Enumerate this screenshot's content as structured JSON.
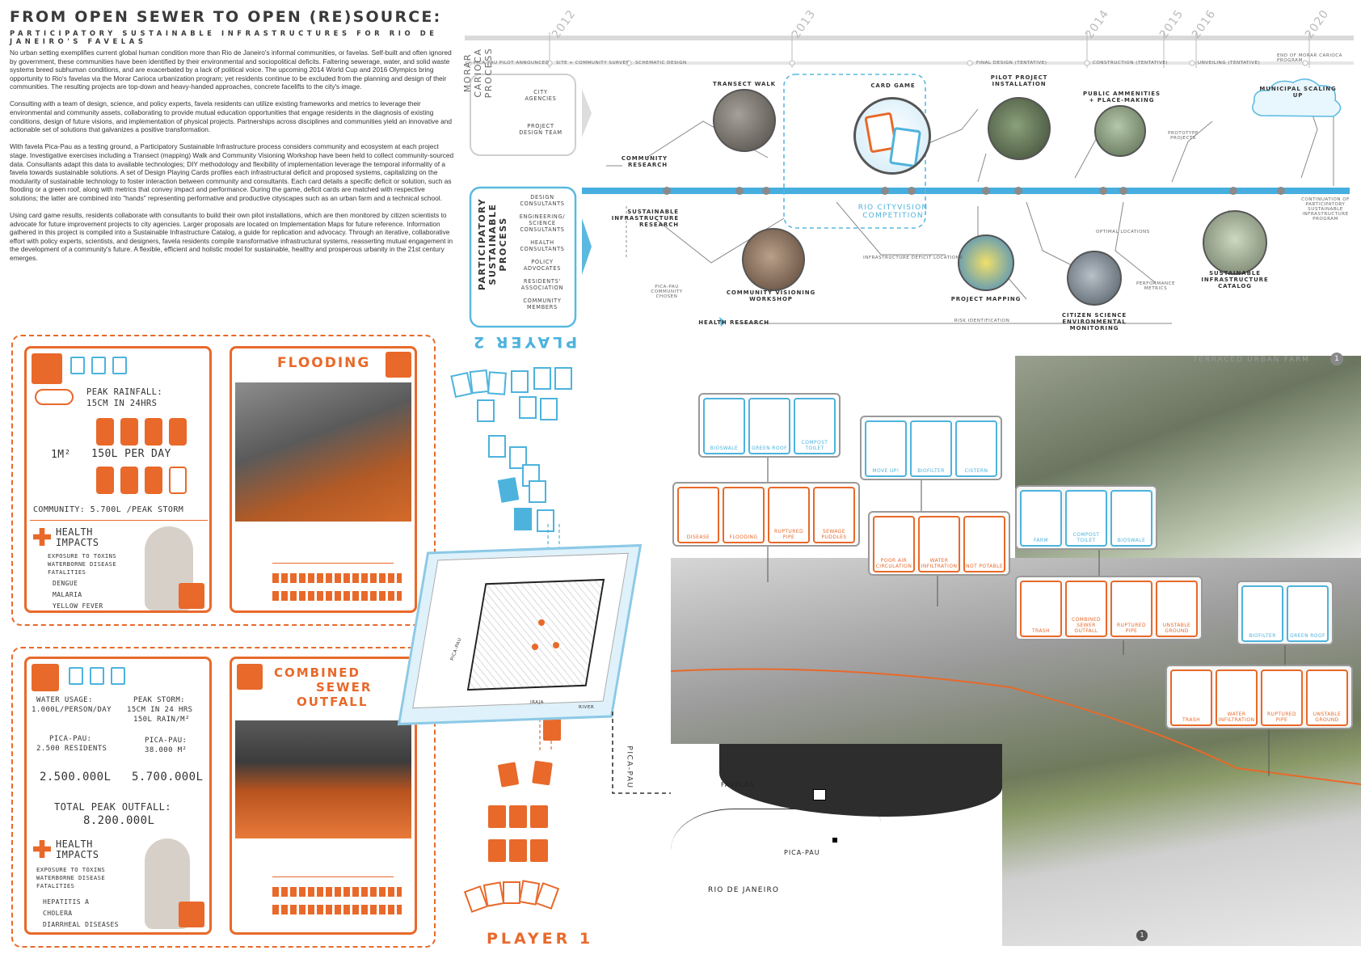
{
  "header": {
    "title": "FROM OPEN SEWER TO OPEN (RE)SOURCE:",
    "subtitle": "PARTICIPATORY SUSTAINABLE INFRASTRUCTURES FOR RIO DE JANEIRO'S FAVELAS"
  },
  "body": {
    "p1": "No urban setting exemplifies current global human condition more than Rio de Janeiro's informal communities, or favelas. Self-built and often ignored by government, these communities have been identified by their environmental and sociopolitical deficits. Faltering sewerage, water, and solid waste systems breed subhuman conditions, and are exacerbated by a lack of political voice. The upcoming 2014 World Cup and 2016 Olympics bring opportunity to Rio's favelas via the Morar Carioca urbanization program; yet residents continue to be excluded from the planning and design of their communities. The resulting projects are top-down and heavy-handed approaches, concrete facelifts to the city's image.",
    "p2": "Consulting with a team of design, science, and policy experts, favela residents can utilize existing frameworks and metrics to leverage their environmental and community assets, collaborating to provide mutual education opportunities that engage residents in the diagnosis of existing conditions, design of future visions, and implementation of physical projects. Partnerships across disciplines and communities yield an innovative and actionable set of solutions that galvanizes a positive transformation.",
    "p3": "With favela Pica-Pau as a testing ground, a Participatory Sustainable Infrastructure process considers community and ecosystem at each project stage. Investigative exercises including a Transect (mapping) Walk and Community Visioning Workshop have been held to collect community-sourced data. Consultants adapt this data to available technologies; DIY methodology and flexibility of implementation leverage the temporal informality of a favela towards sustainable solutions. A set of Design Playing Cards profiles each infrastructural deficit and proposed systems, capitalizing on the modularity of sustainable technology to foster interaction between community and consultants. Each card details a specific deficit or solution, such as flooding or a green roof, along with metrics that convey impact and performance. During the game, deficit cards are matched with respective solutions; the latter are combined into \"hands\" representing performative and productive cityscapes such as an urban farm and a technical school.",
    "p4": "Using card game results, residents collaborate with consultants to build their own pilot installations, which are then monitored by citizen scientists to advocate for future improvement projects to city agencies. Larger proposals are located on Implementation Maps for future reference. Information gathered in this project is compiled into a Sustainable Infrastructure Catalog, a guide for replication and advocacy. Through an iterative, collaborative effort with policy experts, scientists, and designers, favela residents compile transformative infrastructural systems, reasserting mutual engagement in the development of a community's future. A flexible, efficient and holistic model for sustainable, healthy and prosperous urbanity in the 21st century emerges."
  },
  "timeline": {
    "years": [
      "2012",
      "2013",
      "2014",
      "2015",
      "2016",
      "2020"
    ],
    "phases": [
      "PICA-PAU PILOT ANNOUNCED",
      "SITE + COMMUNITY SURVEY",
      "SCHEMATIC DESIGN",
      "FINAL DESIGN (TENTATIVE)",
      "CONSTRUCTION (TENTATIVE)",
      "UNVEILING (TENTATIVE)",
      "END OF MORAR CARIOCA PROGRAM"
    ]
  },
  "process": {
    "morar": {
      "title": "MORAR CARIOCA PROCESS",
      "items": [
        "CITY AGENCIES",
        "PROJECT DESIGN TEAM"
      ]
    },
    "participatory": {
      "title": "PARTICIPATORY SUSTAINABLE PROCESS",
      "items": [
        "DESIGN CONSULTANTS",
        "ENGINEERING/ SCIENCE CONSULTANTS",
        "HEALTH CONSULTANTS",
        "POLICY ADVOCATES",
        "RESIDENTS' ASSOCIATION",
        "COMMUNITY MEMBERS"
      ]
    },
    "tracks": {
      "community": "COMMUNITY RESEARCH",
      "sustainable": "SUSTAINABLE INFRASTRUCTURE RESEARCH",
      "health": "HEALTH RESEARCH"
    },
    "nodes": {
      "transect": "TRANSECT WALK",
      "cardgame": "CARD GAME",
      "competition": "RIO CITYVISION COMPETITION",
      "pilot": "PILOT PROJECT INSTALLATION",
      "amenities": "PUBLIC AMMENITIES + PLACE-MAKING",
      "municipal": "MUNICIPAL SCALING UP",
      "workshop": "COMMUNITY VISIONING WORKSHOP",
      "mapping": "PROJECT MAPPING",
      "monitoring": "CITIZEN SCIENCE ENVIRONMENTAL MONITORING",
      "catalog": "SUSTAINABLE INFRASTRUCTURE CATALOG"
    },
    "notes": {
      "chosen": "PICA-PAU COMMUNITY CHOSEN",
      "deficit": "INFRASTRUCTURE DEFICIT LOCATIONS",
      "optimal": "OPTIMAL LOCATIONS",
      "performance": "PERFORMANCE METRICS",
      "risk": "RISK IDENTIFICATION",
      "prototype": "PROTOTYPE PROJECTS",
      "continuation": "CONTINUATION OF PARTICIPATORY SUSTAINABLE INFRASTRUCTURE PROGRAM"
    }
  },
  "cards": {
    "flooding": {
      "title": "FLOODING",
      "peak1": "PEAK RAINFALL:",
      "peak2": "15CM IN 24HRS",
      "area": "1M²",
      "perday": "150L PER DAY",
      "community": "COMMUNITY: 5.700L /PEAK STORM",
      "health1": "HEALTH",
      "health2": "IMPACTS",
      "exposure": "EXPOSURE TO TOXINS",
      "waterborne": "WATERBORNE DISEASE",
      "fatalities": "FATALITIES",
      "diseases": [
        "DENGUE",
        "MALARIA",
        "YELLOW FEVER"
      ]
    },
    "sewer": {
      "title1": "COMBINED",
      "title2": "SEWER",
      "title3": "OUTFALL",
      "water_usage": "WATER USAGE:",
      "water_rate": "1.000L/PERSON/DAY",
      "peak_storm": "PEAK STORM:",
      "storm_rate": "15CM IN 24 HRS",
      "storm_rain": "150L RAIN/M²",
      "picapau1": "PICA-PAU:",
      "residents": "2.500 RESIDENTS",
      "picapau2": "PICA-PAU:",
      "area": "38.000 M²",
      "v1": "2.500.000L",
      "v2": "5.700.000L",
      "total_label": "TOTAL PEAK OUTFALL:",
      "total": "8.200.000L",
      "health1": "HEALTH",
      "health2": "IMPACTS",
      "exposure": "EXPOSURE TO TOXINS",
      "waterborne": "WATERBORNE DISEASE",
      "fatalities": "FATALITIES",
      "diseases": [
        "HEPATITIS A",
        "CHOLERA",
        "DIARRHEAL DISEASES"
      ]
    }
  },
  "players": {
    "p1": "PLAYER 1",
    "p2": "PLAYER 2"
  },
  "map": {
    "picapau": "PICA-PAU",
    "river": "RIVER",
    "iraja": "IRAJA",
    "picapau_vert": "PICA-PAU",
    "favelas": "FAVELAS",
    "picapau_map": "PICA-PAU",
    "rio": "RIO DE JANEIRO"
  },
  "section": {
    "farm_title": "TERRACED URBAN FARM",
    "farm_num": "1",
    "bottom_num": "1",
    "g1": [
      "BIOSWALE",
      "GREEN ROOF",
      "COMPOST TOILET"
    ],
    "g2": [
      "DISEASE",
      "FLOODING",
      "RUPTURED PIPE",
      "SEWAGE PUDDLES"
    ],
    "g3": [
      "MOVE UP!",
      "BIOFILTER",
      "CISTERN"
    ],
    "g4": [
      "POOR AIR CIRCULATION",
      "WATER INFILTRATION",
      "NOT POTABLE"
    ],
    "g5": [
      "FARM",
      "COMPOST TOILET",
      "BIOSWALE"
    ],
    "g6": [
      "TRASH",
      "COMBINED SEWER OUTFALL",
      "RUPTURED PIPE",
      "UNSTABLE GROUND"
    ],
    "g7": [
      "BIOFILTER",
      "GREEN ROOF"
    ],
    "g8": [
      "TRASH",
      "WATER INFILTRATION",
      "RUPTURED PIPE",
      "UNSTABLE GROUND"
    ]
  },
  "colors": {
    "orange": "#e8692a",
    "blue": "#4db3dd",
    "grey": "#999999"
  }
}
